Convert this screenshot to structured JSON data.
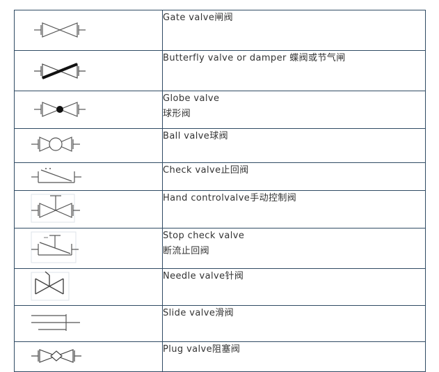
{
  "rows": [
    {
      "icon": "gate-valve-icon",
      "lines": [
        "Gate valve闸阀"
      ]
    },
    {
      "icon": "butterfly-valve-icon",
      "lines": [
        "Butterfly valve or damper 蝶阀或节气闸"
      ]
    },
    {
      "icon": "globe-valve-icon",
      "lines": [
        "Globe valve",
        "球形阀"
      ]
    },
    {
      "icon": "ball-valve-icon",
      "lines": [
        "Ball valve球阀"
      ]
    },
    {
      "icon": "check-valve-icon",
      "lines": [
        "Check valve止回阀"
      ]
    },
    {
      "icon": "hand-control-valve-icon",
      "lines": [
        "Hand controlvalve手动控制阀"
      ]
    },
    {
      "icon": "stop-check-valve-icon",
      "lines": [
        "Stop check valve",
        "断流止回阀"
      ]
    },
    {
      "icon": "needle-valve-icon",
      "lines": [
        "Needle valve针阀"
      ]
    },
    {
      "icon": "slide-valve-icon",
      "lines": [
        "Slide valve滑阀"
      ]
    },
    {
      "icon": "plug-valve-icon",
      "lines": [
        "Plug valve阻塞阀"
      ]
    }
  ]
}
